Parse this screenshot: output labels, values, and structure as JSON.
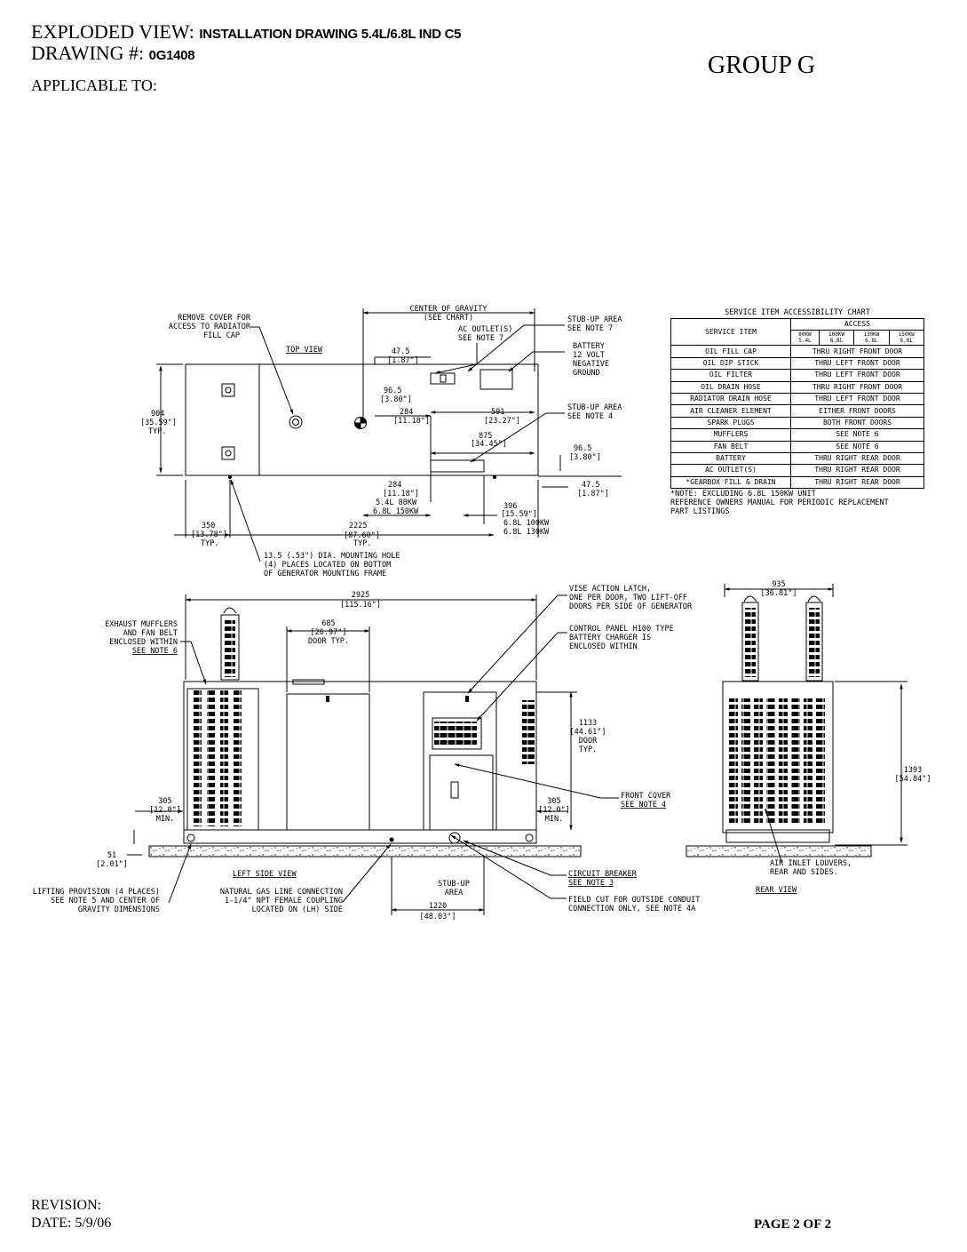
{
  "header": {
    "title_large": "EXPLODED VIEW:",
    "title_small": "INSTALLATION DRAWING 5.4L/6.8L IND C5",
    "drawing_label": "DRAWING #:",
    "drawing_number": "0G1408",
    "applicable_to": "APPLICABLE TO:",
    "group": "GROUP  G"
  },
  "footer": {
    "revision": "REVISION:",
    "date": "DATE:  5/9/06",
    "page": "PAGE  2 OF 2"
  },
  "top_view": {
    "title": "TOP VIEW",
    "callouts": {
      "remove_cover": [
        "REMOVE COVER FOR",
        "ACCESS TO RADIATOR",
        "FILL CAP"
      ],
      "center_of_gravity": [
        "CENTER OF GRAVITY",
        "(SEE CHART)"
      ],
      "ac_outlets": [
        "AC OUTLET(S)",
        "SEE NOTE 7"
      ],
      "stub_up_area_7": [
        "STUB-UP AREA",
        "SEE NOTE 7"
      ],
      "battery": [
        "BATTERY",
        "12 VOLT",
        "NEGATIVE",
        "GROUND"
      ],
      "stub_up_area_4": [
        "STUB-UP AREA",
        "SEE NOTE 4"
      ],
      "mounting_hole": [
        "13.5 (.53\") DIA. MOUNTING HOLE",
        "(4) PLACES LOCATED ON BOTTOM",
        "OF GENERATOR MOUNTING FRAME"
      ]
    },
    "dims": {
      "d47_top": [
        "47.5",
        "[1.87\"]"
      ],
      "d96_top": [
        "96.5",
        "[3.80\"]"
      ],
      "d284_top": [
        "284",
        "[11.18\"]"
      ],
      "d591": [
        "591",
        "[23.27\"]"
      ],
      "d875": [
        "875",
        "[34.45\"]"
      ],
      "d96_right": [
        "96.5",
        "[3.80\"]"
      ],
      "d47_right": [
        "47.5",
        "[1.87\"]"
      ],
      "d904": [
        "904",
        "[35.59\"]",
        "TYP."
      ],
      "d284_bot": [
        "284",
        "[11.18\"]",
        "5.4L 80KW",
        "6.8L 150KW"
      ],
      "d396": [
        "396",
        "[15.59\"]",
        "6.8L 100KW",
        "6.8L 130KW"
      ],
      "d350": [
        "350",
        "[13.78\"]",
        "TYP."
      ],
      "d2225": [
        "2225",
        "[87.60\"]",
        "TYP."
      ]
    }
  },
  "side_view": {
    "title": "LEFT SIDE VIEW",
    "callouts": {
      "exhaust": [
        "EXHAUST MUFFLERS",
        "AND FAN BELT",
        "ENCLOSED WITHIN",
        "SEE NOTE 6"
      ],
      "latch": [
        "VISE ACTION LATCH,",
        "ONE PER DOOR, TWO LIFT-OFF",
        "DOORS PER SIDE OF GENERATOR"
      ],
      "control_panel": [
        "CONTROL PANEL H100 TYPE",
        "BATTERY CHARGER IS",
        "ENCLOSED WITHIN"
      ],
      "front_cover": [
        "FRONT COVER",
        "SEE NOTE 4"
      ],
      "circuit_breaker": [
        "CIRCUIT BREAKER",
        "SEE NOTE 3"
      ],
      "field_cut": [
        "FIELD CUT FOR OUTSIDE CONDUIT",
        "CONNECTION ONLY, SEE NOTE 4A"
      ],
      "lifting": [
        "LIFTING PROVISION (4 PLACES)",
        "SEE NOTE 5 AND CENTER OF",
        "GRAVITY DIMENSIONS"
      ],
      "gas_line": [
        "NATURAL GAS LINE CONNECTION",
        "1-1/4\" NPT FEMALE COUPLING",
        "LOCATED ON (LH) SIDE"
      ],
      "stub_up": [
        "STUB-UP",
        "AREA"
      ]
    },
    "dims": {
      "d2925": [
        "2925",
        "[115.16\"]"
      ],
      "d685": [
        "685",
        "[26.97\"]",
        "DOOR TYP."
      ],
      "d1133": [
        "1133",
        "[44.61\"]",
        "DOOR",
        "TYP."
      ],
      "d305_left": [
        "305",
        "[12.0\"]",
        "MIN."
      ],
      "d305_right": [
        "305",
        "[12.0\"]",
        "MIN."
      ],
      "d51": [
        "51",
        "[2.01\"]"
      ],
      "d1220": [
        "1220",
        "[48.03\"]"
      ]
    }
  },
  "rear_view": {
    "title": "REAR VIEW",
    "callouts": {
      "louvers": [
        "AIR INLET LOUVERS,",
        "REAR AND SIDES."
      ]
    },
    "dims": {
      "d935": [
        "935",
        "[36.81\"]"
      ],
      "d1393": [
        "1393",
        "[54.84\"]"
      ]
    }
  },
  "service_chart": {
    "title": "SERVICE ITEM ACCESSIBILITY CHART",
    "col_item": "SERVICE ITEM",
    "col_access": "ACCESS",
    "units": [
      [
        "80KW",
        "5.4L"
      ],
      [
        "100KW",
        "6.8L"
      ],
      [
        "130KW",
        "6.8L"
      ],
      [
        "150KW",
        "6.8L"
      ]
    ],
    "rows": [
      [
        "OIL FILL CAP",
        "THRU RIGHT FRONT DOOR"
      ],
      [
        "OIL DIP STICK",
        "THRU LEFT FRONT DOOR"
      ],
      [
        "OIL FILTER",
        "THRU LEFT FRONT DOOR"
      ],
      [
        "OIL DRAIN HOSE",
        "THRU RIGHT FRONT DOOR"
      ],
      [
        "RADIATOR DRAIN HOSE",
        "THRU LEFT FRONT DOOR"
      ],
      [
        "AIR CLEANER ELEMENT",
        "EITHER FRONT DOORS"
      ],
      [
        "SPARK PLUGS",
        "BOTH FRONT DOORS"
      ],
      [
        "MUFFLERS",
        "SEE NOTE 6"
      ],
      [
        "FAN BELT",
        "SEE NOTE 6"
      ],
      [
        "BATTERY",
        "THRU RIGHT REAR DOOR"
      ],
      [
        "AC OUTLET(S)",
        "THRU RIGHT REAR DOOR"
      ],
      [
        "*GEARBOX FILL & DRAIN",
        "THRU RIGHT REAR DOOR"
      ]
    ],
    "notes": [
      "*NOTE: EXCLUDING 6.8L 150KW UNIT",
      "REFERENCE OWNERS MANUAL FOR PERIODIC REPLACEMENT",
      "PART LISTINGS"
    ]
  }
}
